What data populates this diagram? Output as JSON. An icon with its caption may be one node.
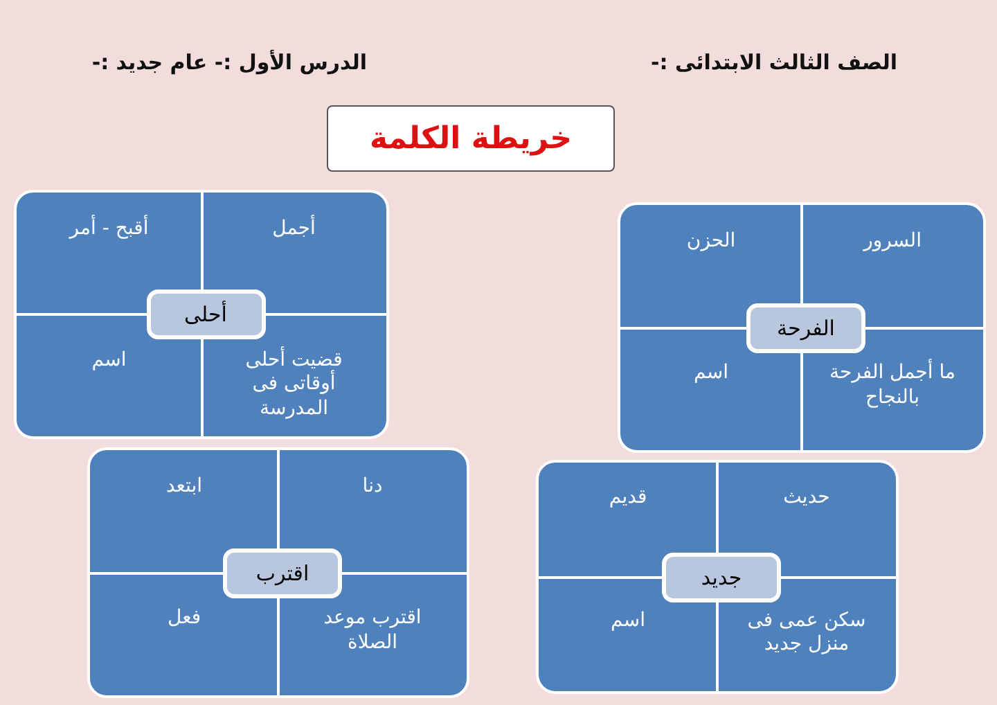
{
  "diagram": {
    "title": "خريطة الكلمة",
    "nodes": [
      {
        "text": [],
        "shape": "box"
      },
      {
        "text": [
          "السرور"
        ],
        "in": 0
      },
      {
        "text": [
          "الحزن"
        ],
        "in": 0
      },
      {
        "text": [
          "ما أجمل الفرحة بالنجاح"
        ],
        "in": 0
      },
      {
        "text": [
          "اسم"
        ],
        "in": 0
      },
      {
        "text": [
          "الفرحة"
        ],
        "in": 0
      },
      {
        "text": [],
        "shape": "box"
      },
      {
        "text": [
          "أجمل"
        ],
        "in": 6
      },
      {
        "text": [
          "أقبح - أمر"
        ],
        "in": 6
      },
      {
        "text": [
          "قضيت أحلى أوقاتى فى المدرسة"
        ],
        "in": 6
      },
      {
        "text": [
          "اسم"
        ],
        "in": 6
      },
      {
        "text": [
          "أحلى"
        ],
        "in": 6
      },
      {
        "text": [],
        "shape": "box"
      },
      {
        "text": [
          "حديث"
        ],
        "in": 12
      },
      {
        "text": [
          "قديم"
        ],
        "in": 12
      },
      {
        "text": [
          "سكن عمى فى منزل جديد"
        ],
        "in": 12
      },
      {
        "text": [
          "اسم"
        ],
        "in": 12
      },
      {
        "text": [
          "جديد"
        ],
        "in": 12
      },
      {
        "text": [],
        "shape": "box"
      },
      {
        "text": [
          "دنا"
        ],
        "in": 18
      },
      {
        "text": [
          "ابتعد"
        ],
        "in": 18
      },
      {
        "text": [
          "اقترب موعد الصلاة"
        ],
        "in": 18
      },
      {
        "text": [
          "فعل"
        ],
        "in": 18
      },
      {
        "text": [
          "اقترب"
        ],
        "in": 18
      }
    ],
    "edges": [],
    "labels": [
      "الصف الثالث الابتدائى :-",
      "الدرس الأول :- عام جديد :-"
    ]
  }
}
